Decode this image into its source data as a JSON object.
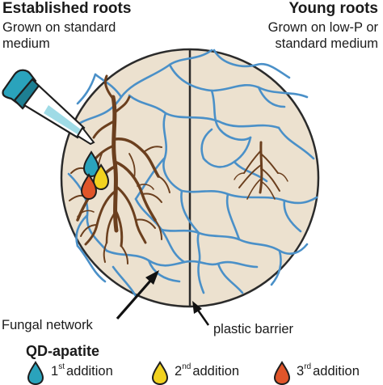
{
  "established": {
    "title": "Established roots",
    "subtitle": "Grown on standard medium"
  },
  "young": {
    "title": "Young roots",
    "subtitle": "Grown on low-P or standard medium"
  },
  "labels": {
    "fungal_network": "Fungal network",
    "plastic_barrier": "plastic barrier"
  },
  "legend": {
    "title": "QD-apatite",
    "items": [
      {
        "ordinal": "1",
        "suffix": "st",
        "text": "addition",
        "color": "#2aa3bc"
      },
      {
        "ordinal": "2",
        "suffix": "nd",
        "text": "addition",
        "color": "#f2d21f"
      },
      {
        "ordinal": "3",
        "suffix": "rd",
        "text": "addition",
        "color": "#e0552a"
      }
    ]
  },
  "colors": {
    "dish_fill": "#ece1cf",
    "hyphae": "#4a90c8",
    "roots": "#6b3f1e",
    "pipette": "#3fb6c9"
  }
}
